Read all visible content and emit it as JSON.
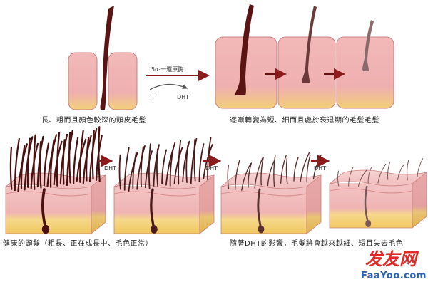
{
  "top": {
    "left_caption": "長、粗而且顏色較深的頭皮毛髮",
    "conversion_label": "5α-一還原酶",
    "t_label": "T",
    "dht_label": "DHT",
    "right_caption": "逐漸轉變為短、細而且處於衰退期的毛髮毛髮"
  },
  "bottom": {
    "arrow_labels": [
      "DHT",
      "DHT",
      "DHT"
    ],
    "left_caption": "健康的頭髮（粗長、正在成長中、毛色正常）",
    "right_caption": "隨著DHT的影響，毛髮將會越來越細、短且失去毛色"
  },
  "watermark": {
    "brand": "发友网",
    "domain": "FaaYoo.com"
  },
  "colors": {
    "skin": "#efb2b2",
    "skin_dark": "#d98c8c",
    "fat": "#f3cf6a",
    "hair": "#5a1414",
    "arrow": "#8b1a1a"
  }
}
